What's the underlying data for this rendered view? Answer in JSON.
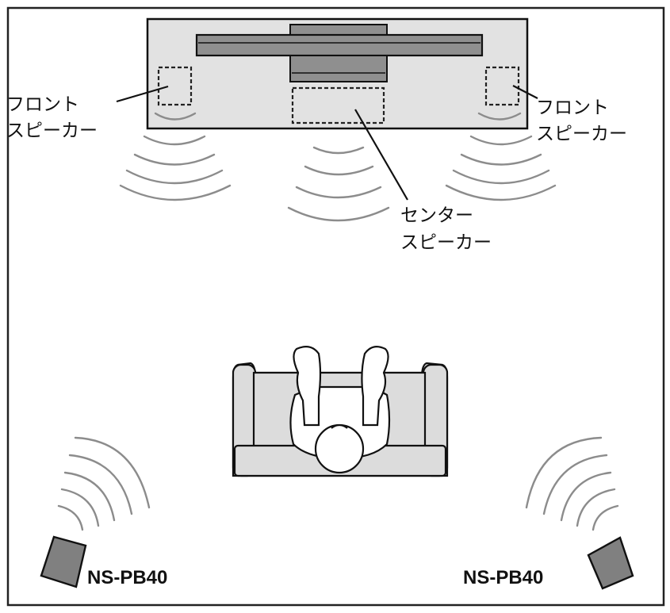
{
  "labels": {
    "front_left": [
      "フロント",
      "スピーカー"
    ],
    "front_right": [
      "フロント",
      "スピーカー"
    ],
    "center": [
      "センター",
      "スピーカー"
    ],
    "surround_left": "NS-PB40",
    "surround_right": "NS-PB40"
  },
  "colors": {
    "outline": "#111111",
    "furniture_fill": "#dcdcdc",
    "cabinet_fill": "#e2e2e2",
    "tv_fill": "#8f8f8f",
    "speaker_fill": "#808080",
    "wave_stroke": "#8c8c8c"
  },
  "icons": {
    "front_speaker": "dashed-rectangle",
    "center_speaker": "dashed-rectangle",
    "surround_speaker": "speaker-box",
    "listener": "person-top-view",
    "sofa": "sofa-top-view",
    "tv": "tv-top-view"
  }
}
